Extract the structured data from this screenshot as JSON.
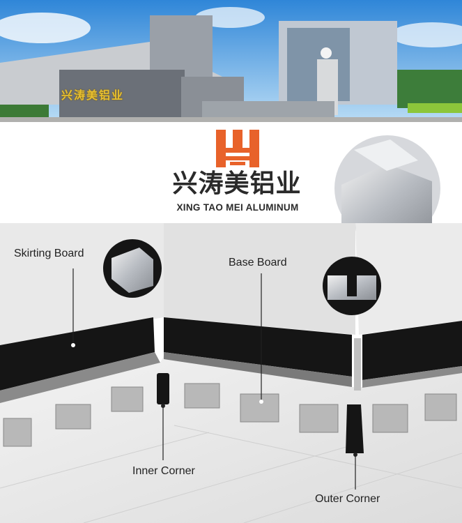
{
  "factory_photo": {
    "sign_text": "兴涛美铝业"
  },
  "brand": {
    "logo_color": "#e8622a",
    "name_chinese": "兴涛美铝业",
    "name_english": "XING TAO MEI ALUMINUM"
  },
  "labels": {
    "skirting_board": "Skirting Board",
    "base_board": "Base Board",
    "inner_corner": "Inner Corner",
    "outer_corner": "Outer Corner"
  },
  "colors": {
    "skirting": "#151515",
    "wall": "#e4e4e4",
    "sky": "#4a9ae0"
  }
}
